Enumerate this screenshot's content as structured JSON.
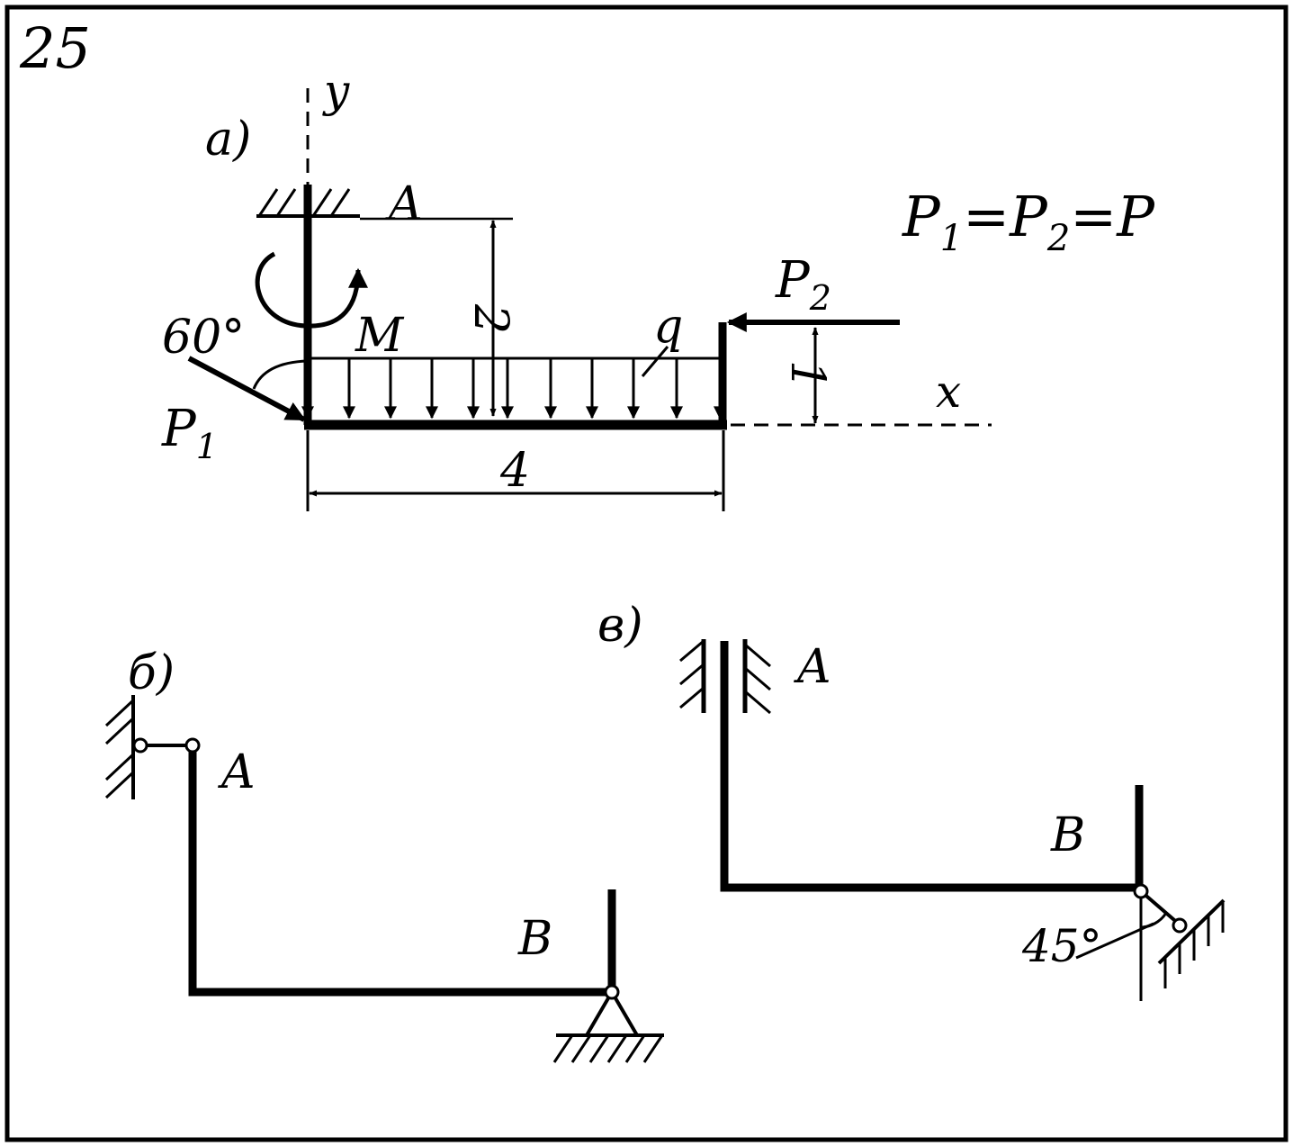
{
  "problem_number": "25",
  "equation": {
    "p1": "P",
    "s1": "1",
    "eq1": "=P",
    "s2": "2",
    "eq2": "=P"
  },
  "panel_a": {
    "label": "а)",
    "axis_y": "y",
    "axis_x": "x",
    "point_a": "A",
    "moment": "M",
    "load": "q",
    "force_p1": "P",
    "force_p1_sub": "1",
    "force_p2": "P",
    "force_p2_sub": "2",
    "angle": "60°",
    "dim_vertical": "2",
    "dim_right": "1",
    "dim_horizontal": "4"
  },
  "panel_b": {
    "label": "б)",
    "point_a": "A",
    "point_b": "B"
  },
  "panel_v": {
    "label": "в)",
    "point_a": "A",
    "point_b": "B",
    "angle": "45°"
  }
}
